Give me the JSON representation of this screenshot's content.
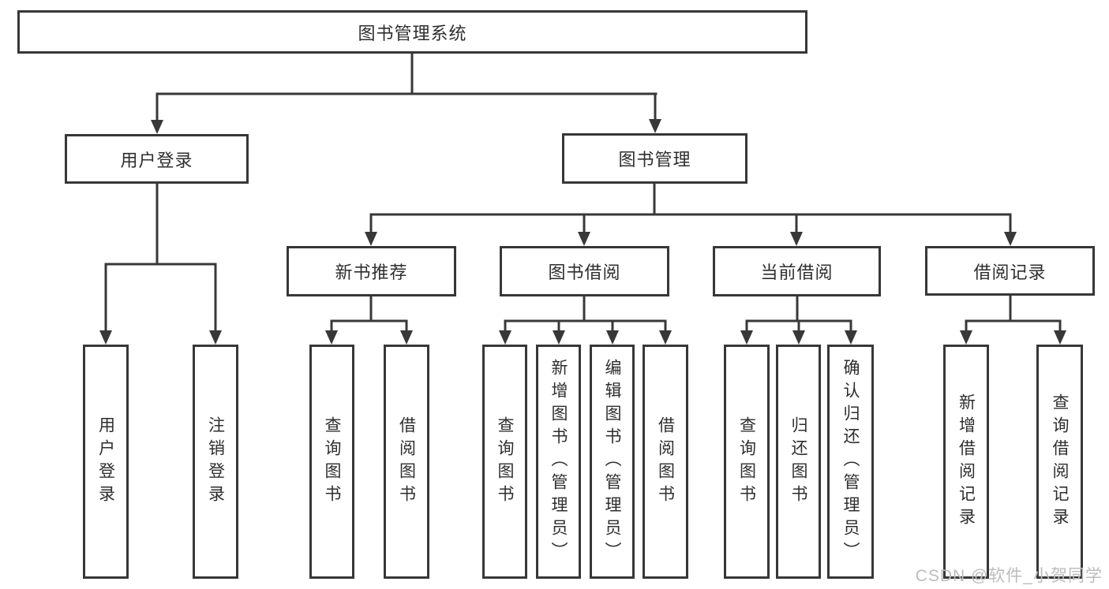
{
  "diagram": {
    "type": "tree",
    "root": {
      "label": "图书管理系统",
      "children": [
        {
          "label": "用户登录",
          "children": [
            {
              "label": "用户登录"
            },
            {
              "label": "注销登录"
            }
          ]
        },
        {
          "label": "图书管理",
          "children": [
            {
              "label": "新书推荐",
              "children": [
                {
                  "label": "查询图书"
                },
                {
                  "label": "借阅图书"
                }
              ]
            },
            {
              "label": "图书借阅",
              "children": [
                {
                  "label": "查询图书"
                },
                {
                  "label": "新增图书（管理员）"
                },
                {
                  "label": "编辑图书（管理员）"
                },
                {
                  "label": "借阅图书"
                }
              ]
            },
            {
              "label": "当前借阅",
              "children": [
                {
                  "label": "查询图书"
                },
                {
                  "label": "归还图书"
                },
                {
                  "label": "确认归还（管理员）"
                }
              ]
            },
            {
              "label": "借阅记录",
              "children": [
                {
                  "label": "新增借阅记录"
                },
                {
                  "label": "查询借阅记录"
                }
              ]
            }
          ]
        }
      ]
    },
    "colors": {
      "line": "#383838",
      "border": "#373737",
      "text": "#2e2e2e",
      "watermark": "#bcbcbc"
    }
  },
  "watermark": {
    "text": "CSDN @软件_小贺同学"
  }
}
